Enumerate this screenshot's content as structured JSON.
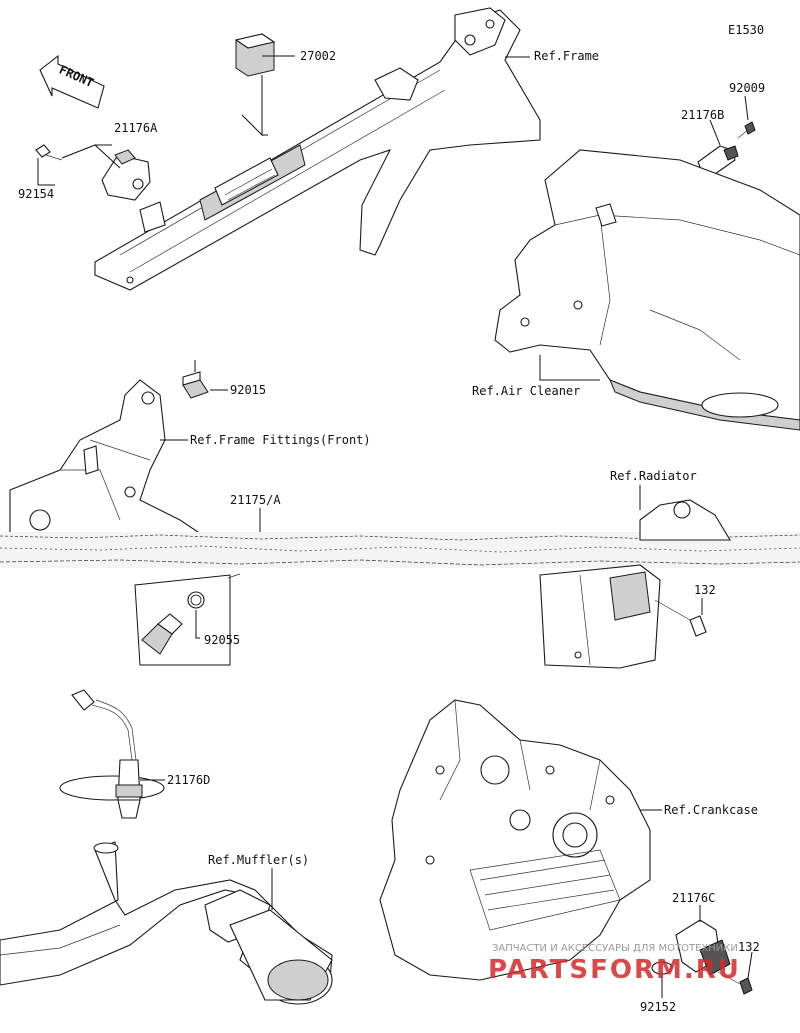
{
  "diagram": {
    "code": "E1530",
    "front_label": "FRONT",
    "parts": {
      "p27002": "27002",
      "p21176A": "21176A",
      "p92154": "92154",
      "p92009": "92009",
      "p21176B": "21176B",
      "p92015": "92015",
      "p21175A": "21175/A",
      "p92055": "92055",
      "p132a": "132",
      "p21176D": "21176D",
      "p21176C": "21176C",
      "p132b": "132",
      "p92152": "92152"
    },
    "refs": {
      "frame": "Ref.Frame",
      "air_cleaner": "Ref.Air Cleaner",
      "frame_fittings": "Ref.Frame Fittings(Front)",
      "radiator": "Ref.Radiator",
      "crankcase": "Ref.Crankcase",
      "mufflers": "Ref.Muffler(s)"
    }
  },
  "watermark": {
    "tagline": "ЗАПЧАСТИ И АКСЕССУАРЫ ДЛЯ МОТОТЕХНИКИ",
    "brand": "PARTSFORM.RU"
  }
}
